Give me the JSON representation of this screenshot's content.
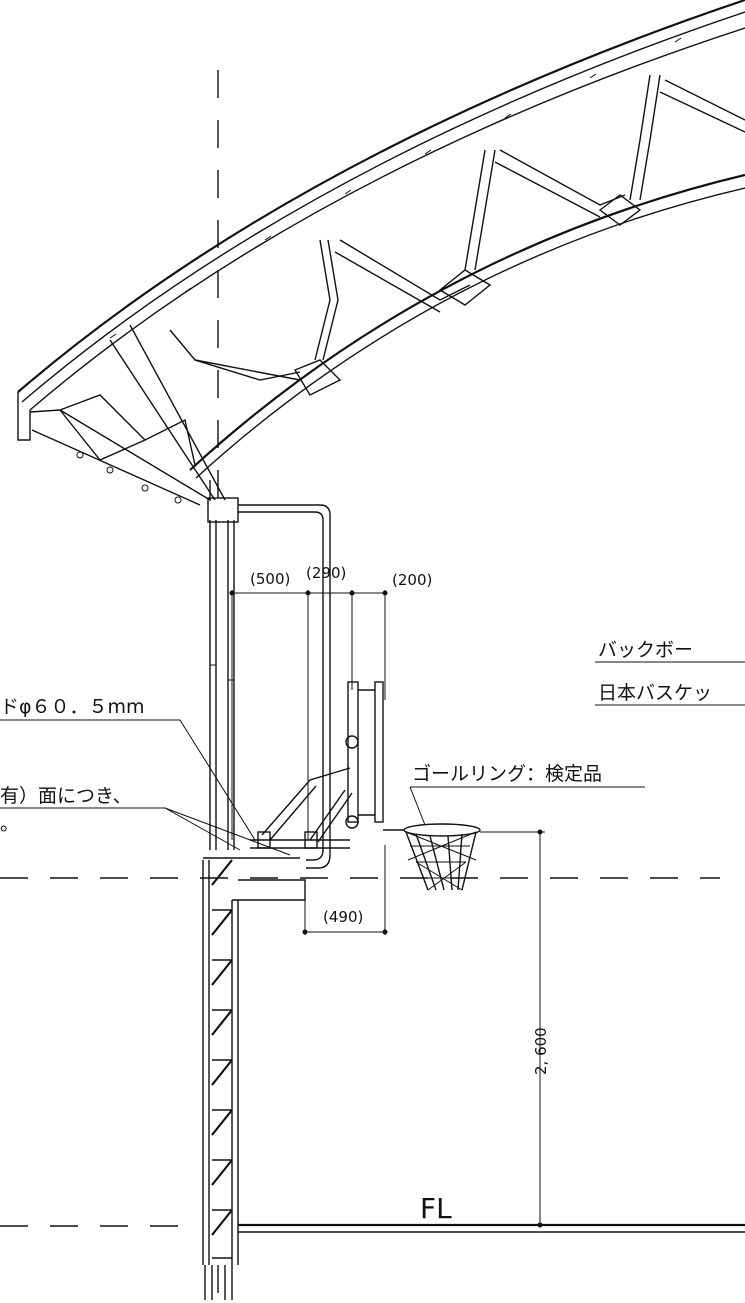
{
  "dimensions": {
    "d500": "(500)",
    "d290": "(290)",
    "d200": "(200)",
    "d490": "(490)",
    "height_2600": "2, 600"
  },
  "notes": {
    "rod_callout": "ドφ６０．５mm",
    "face_callout": "有）面につき、",
    "face_callout_line2": "。",
    "goal_ring": "ゴールリング：検定品",
    "backboard": "バックボー",
    "jba": "日本バスケッ"
  },
  "floor_label": "FL"
}
